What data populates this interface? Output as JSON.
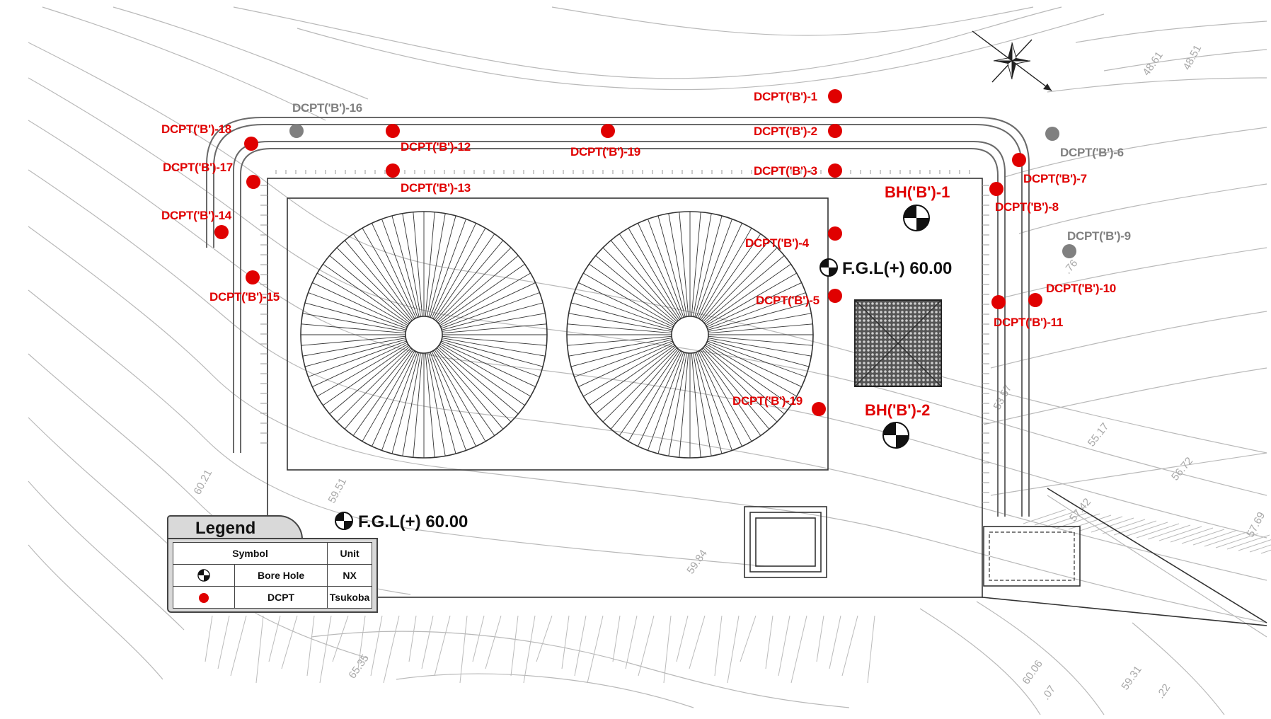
{
  "colors": {
    "dcpt_active": "#e00000",
    "dcpt_inactive": "#808080",
    "contour": "#b9b9b9",
    "ink": "#333333"
  },
  "dcpt_points": [
    {
      "label": "DCPT('B')-1",
      "status": "active"
    },
    {
      "label": "DCPT('B')-2",
      "status": "active"
    },
    {
      "label": "DCPT('B')-3",
      "status": "active"
    },
    {
      "label": "DCPT('B')-4",
      "status": "active"
    },
    {
      "label": "DCPT('B')-5",
      "status": "active"
    },
    {
      "label": "DCPT('B')-6",
      "status": "inactive"
    },
    {
      "label": "DCPT('B')-7",
      "status": "active"
    },
    {
      "label": "DCPT('B')-8",
      "status": "active"
    },
    {
      "label": "DCPT('B')-9",
      "status": "inactive"
    },
    {
      "label": "DCPT('B')-10",
      "status": "active"
    },
    {
      "label": "DCPT('B')-11",
      "status": "active"
    },
    {
      "label": "DCPT('B')-12",
      "status": "active"
    },
    {
      "label": "DCPT('B')-13",
      "status": "active"
    },
    {
      "label": "DCPT('B')-14",
      "status": "active"
    },
    {
      "label": "DCPT('B')-15",
      "status": "active"
    },
    {
      "label": "DCPT('B')-16",
      "status": "inactive"
    },
    {
      "label": "DCPT('B')-17",
      "status": "active"
    },
    {
      "label": "DCPT('B')-18",
      "status": "active"
    },
    {
      "label": "DCPT('B')-19",
      "status": "active"
    },
    {
      "label": "DCPT('B')-19",
      "status": "active"
    }
  ],
  "boreholes": [
    {
      "label": "BH('B')-1"
    },
    {
      "label": "BH('B')-2"
    }
  ],
  "fgl_markers": [
    {
      "label": "F.G.L(+) 60.00"
    },
    {
      "label": "F.G.L(+) 60.00"
    }
  ],
  "contour_labels": [
    "48.61",
    "48.51",
    "60.21",
    "59.51",
    "59.84",
    "65.35",
    "53.57",
    ".76",
    "55.17",
    "56.72",
    "57.42",
    "57.69",
    "60.06",
    "59.31",
    ".07",
    ".22"
  ],
  "north_arrow_icon": "compass-rose-icon",
  "legend": {
    "title": "Legend",
    "header_symbol": "Symbol",
    "header_unit": "Unit",
    "rows": [
      {
        "icon": "borehole-symbol-icon",
        "name": "Bore Hole",
        "unit": "NX"
      },
      {
        "icon": "red-dot-icon",
        "name": "DCPT",
        "unit": "Tsukoba"
      }
    ]
  }
}
